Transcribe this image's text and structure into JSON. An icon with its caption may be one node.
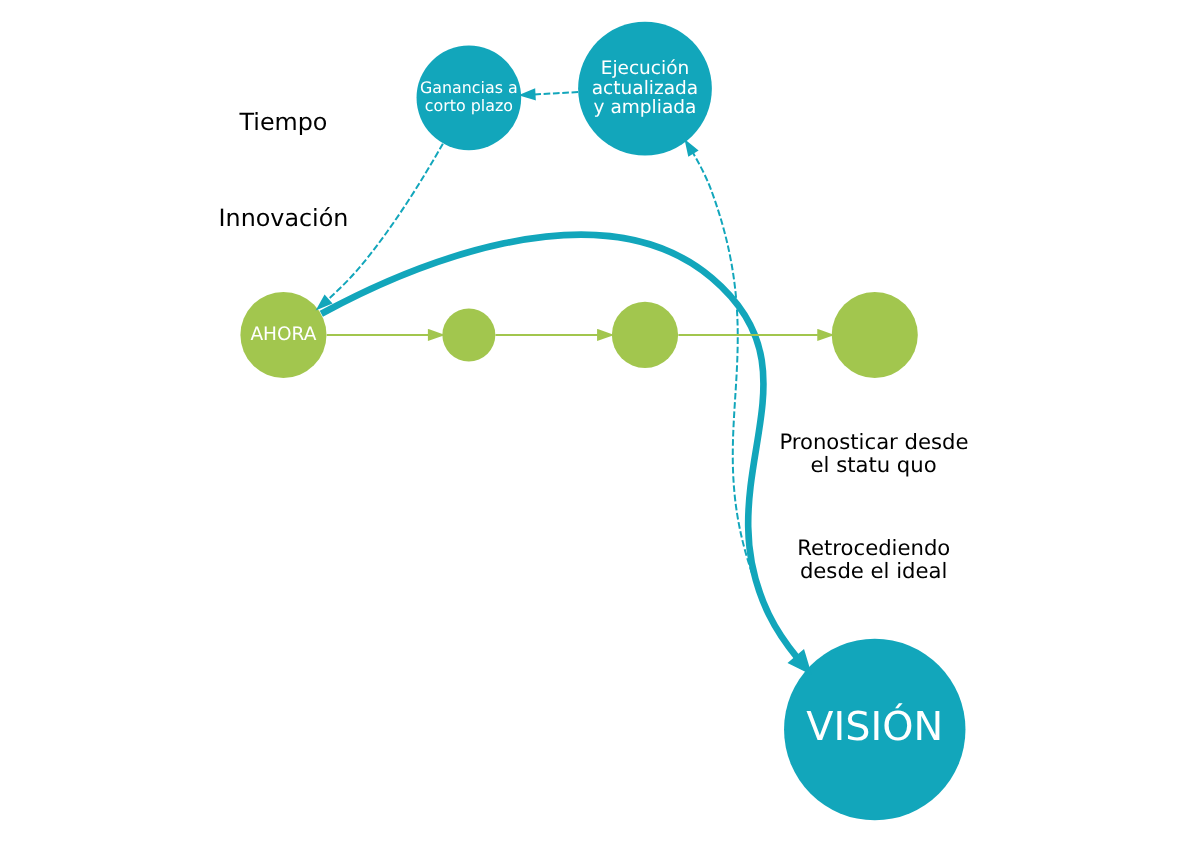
{
  "diagram": {
    "nodes": [
      {
        "text": [
          "AHORA"
        ]
      },
      {
        "text": [],
        "shape": "circle"
      },
      {
        "text": [],
        "shape": "circle"
      },
      {
        "text": [],
        "shape": "circle",
        "beside": [
          "Pronosticar desde el statu quo"
        ]
      },
      {
        "text": [
          "Ganancias a corto plazo"
        ]
      },
      {
        "text": [
          "Ejecución actualizada y ampliada"
        ]
      },
      {
        "text": [
          "VISIÓN"
        ],
        "beside": [
          "Retrocediendo desde el ideal"
        ]
      }
    ],
    "edges": [
      {
        "from": 0,
        "to": 1,
        "arrow": "to",
        "color": "#a2c64e"
      },
      {
        "from": 1,
        "to": 2,
        "arrow": "to",
        "color": "#a2c64e"
      },
      {
        "from": 2,
        "to": 3,
        "arrow": "to",
        "color": "#a2c64e"
      },
      {
        "from": 0,
        "to": 6,
        "arrow": "to",
        "style": "thick",
        "color": "#12a6bb"
      },
      {
        "from": 6,
        "to": 5,
        "arrow": "to",
        "style": "dashed",
        "color": "#12a6bb"
      },
      {
        "from": 5,
        "to": 4,
        "arrow": "to",
        "style": "dashed",
        "color": "#12a6bb"
      },
      {
        "from": 4,
        "to": 0,
        "arrow": "to",
        "style": "dashed",
        "color": "#12a6bb"
      }
    ],
    "labels": [
      "Innovación",
      "Tiempo"
    ]
  }
}
